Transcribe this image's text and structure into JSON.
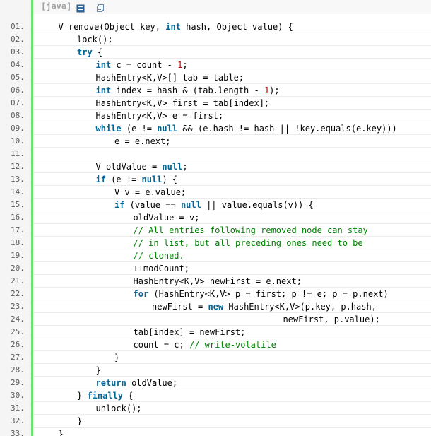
{
  "toolbar": {
    "language_label": "[java]",
    "view_source_icon": "view-source-icon",
    "copy_icon": "copy-icon"
  },
  "colors": {
    "keyword": "#006699",
    "number": "#c00000",
    "comment": "#008200",
    "line_number": "#5c5c5c",
    "gutter_bar": "#6ce26c"
  },
  "lines": [
    {
      "num": "01.",
      "indent": 1,
      "tokens": [
        [
          "p",
          "V remove(Object key, "
        ],
        [
          "k",
          "int"
        ],
        [
          "p",
          " hash, Object value) {"
        ]
      ]
    },
    {
      "num": "02.",
      "indent": 2,
      "tokens": [
        [
          "p",
          "lock();"
        ]
      ]
    },
    {
      "num": "03.",
      "indent": 2,
      "tokens": [
        [
          "k",
          "try"
        ],
        [
          "p",
          " {"
        ]
      ]
    },
    {
      "num": "04.",
      "indent": 3,
      "tokens": [
        [
          "k",
          "int"
        ],
        [
          "p",
          " c = count - "
        ],
        [
          "n",
          "1"
        ],
        [
          "p",
          ";"
        ]
      ]
    },
    {
      "num": "05.",
      "indent": 3,
      "tokens": [
        [
          "p",
          "HashEntry<K,V>[] tab = table;"
        ]
      ]
    },
    {
      "num": "06.",
      "indent": 3,
      "tokens": [
        [
          "k",
          "int"
        ],
        [
          "p",
          " index = hash & (tab.length - "
        ],
        [
          "n",
          "1"
        ],
        [
          "p",
          ");"
        ]
      ]
    },
    {
      "num": "07.",
      "indent": 3,
      "tokens": [
        [
          "p",
          "HashEntry<K,V> first = tab[index];"
        ]
      ]
    },
    {
      "num": "08.",
      "indent": 3,
      "tokens": [
        [
          "p",
          "HashEntry<K,V> e = first;"
        ]
      ]
    },
    {
      "num": "09.",
      "indent": 3,
      "tokens": [
        [
          "k",
          "while"
        ],
        [
          "p",
          " (e != "
        ],
        [
          "k",
          "null"
        ],
        [
          "p",
          " && (e.hash != hash || !key.equals(e.key)))"
        ]
      ]
    },
    {
      "num": "10.",
      "indent": 4,
      "tokens": [
        [
          "p",
          "e = e.next;"
        ]
      ]
    },
    {
      "num": "11.",
      "indent": 0,
      "tokens": []
    },
    {
      "num": "12.",
      "indent": 3,
      "tokens": [
        [
          "p",
          "V oldValue = "
        ],
        [
          "k",
          "null"
        ],
        [
          "p",
          ";"
        ]
      ]
    },
    {
      "num": "13.",
      "indent": 3,
      "tokens": [
        [
          "k",
          "if"
        ],
        [
          "p",
          " (e != "
        ],
        [
          "k",
          "null"
        ],
        [
          "p",
          ") {"
        ]
      ]
    },
    {
      "num": "14.",
      "indent": 4,
      "tokens": [
        [
          "p",
          "V v = e.value;"
        ]
      ]
    },
    {
      "num": "15.",
      "indent": 4,
      "tokens": [
        [
          "k",
          "if"
        ],
        [
          "p",
          " (value == "
        ],
        [
          "k",
          "null"
        ],
        [
          "p",
          " || value.equals(v)) {"
        ]
      ]
    },
    {
      "num": "16.",
      "indent": 5,
      "tokens": [
        [
          "p",
          "oldValue = v;"
        ]
      ]
    },
    {
      "num": "17.",
      "indent": 5,
      "tokens": [
        [
          "c",
          "// All entries following removed node can stay"
        ]
      ]
    },
    {
      "num": "18.",
      "indent": 5,
      "tokens": [
        [
          "c",
          "// in list, but all preceding ones need to be"
        ]
      ]
    },
    {
      "num": "19.",
      "indent": 5,
      "tokens": [
        [
          "c",
          "// cloned."
        ]
      ]
    },
    {
      "num": "20.",
      "indent": 5,
      "tokens": [
        [
          "p",
          "++modCount;"
        ]
      ]
    },
    {
      "num": "21.",
      "indent": 5,
      "tokens": [
        [
          "p",
          "HashEntry<K,V> newFirst = e.next;"
        ]
      ]
    },
    {
      "num": "22.",
      "indent": 5,
      "tokens": [
        [
          "k",
          "for"
        ],
        [
          "p",
          " (HashEntry<K,V> p = first; p != e; p = p.next)"
        ]
      ]
    },
    {
      "num": "23.",
      "indent": 6,
      "tokens": [
        [
          "p",
          "newFirst = "
        ],
        [
          "k",
          "new"
        ],
        [
          "p",
          " HashEntry<K,V>(p.key, p.hash,"
        ]
      ]
    },
    {
      "num": "24.",
      "indent": 13,
      "tokens": [
        [
          "p",
          "newFirst, p.value);"
        ]
      ]
    },
    {
      "num": "25.",
      "indent": 5,
      "tokens": [
        [
          "p",
          "tab[index] = newFirst;"
        ]
      ]
    },
    {
      "num": "26.",
      "indent": 5,
      "tokens": [
        [
          "p",
          "count = c; "
        ],
        [
          "c",
          "// write-volatile"
        ]
      ]
    },
    {
      "num": "27.",
      "indent": 4,
      "tokens": [
        [
          "p",
          "}"
        ]
      ]
    },
    {
      "num": "28.",
      "indent": 3,
      "tokens": [
        [
          "p",
          "}"
        ]
      ]
    },
    {
      "num": "29.",
      "indent": 3,
      "tokens": [
        [
          "k",
          "return"
        ],
        [
          "p",
          " oldValue;"
        ]
      ]
    },
    {
      "num": "30.",
      "indent": 2,
      "tokens": [
        [
          "p",
          "} "
        ],
        [
          "k",
          "finally"
        ],
        [
          "p",
          " {"
        ]
      ]
    },
    {
      "num": "31.",
      "indent": 3,
      "tokens": [
        [
          "p",
          "unlock();"
        ]
      ]
    },
    {
      "num": "32.",
      "indent": 2,
      "tokens": [
        [
          "p",
          "}"
        ]
      ]
    },
    {
      "num": "33.",
      "indent": 1,
      "tokens": [
        [
          "p",
          "}"
        ]
      ]
    }
  ]
}
